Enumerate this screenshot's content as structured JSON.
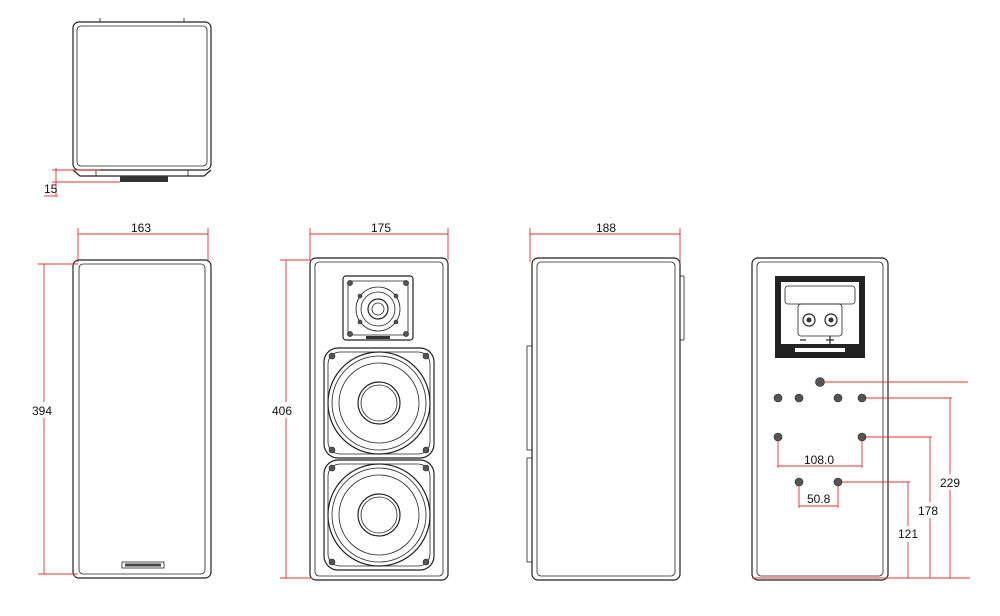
{
  "dimensions": {
    "top_depth": "15",
    "side_width": "163",
    "side_height": "394",
    "front_width": "175",
    "front_height": "406",
    "rear_width": "188",
    "hole_spacing_wide": "108.0",
    "hole_spacing_narrow": "50.8",
    "height_121": "121",
    "height_178": "178",
    "height_229": "229"
  },
  "colors": {
    "dimension_line": "#e0303a",
    "outline": "#222222"
  }
}
